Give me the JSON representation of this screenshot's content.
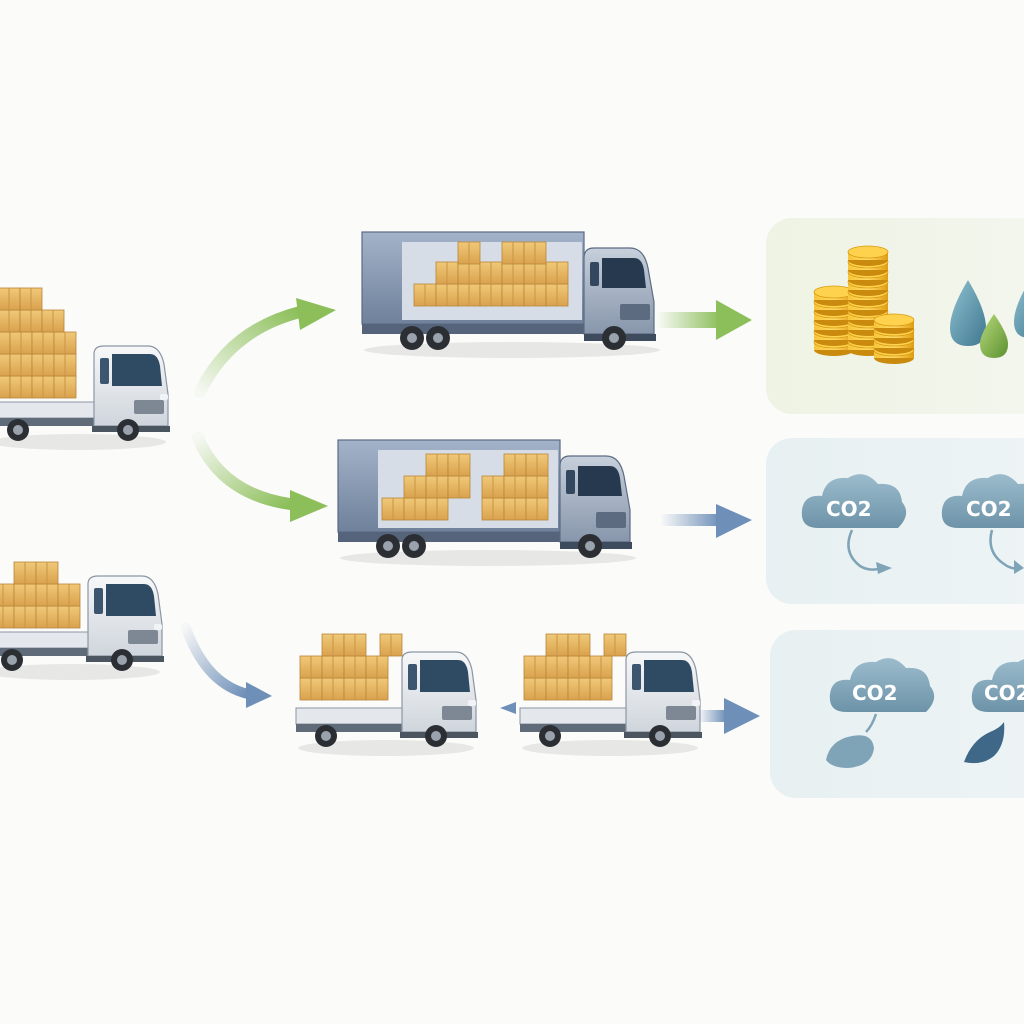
{
  "diagram": {
    "panels": [
      {
        "id": "savings",
        "icons": [
          "coin-stack-icon",
          "coin-stack-icon",
          "coin-stack-icon",
          "fuel-drop-icon",
          "fuel-drop-icon",
          "fuel-drop-icon"
        ]
      },
      {
        "id": "emissions-medium",
        "labels": [
          "CO2",
          "CO2"
        ]
      },
      {
        "id": "emissions-small",
        "labels": [
          "CO2",
          "CO2"
        ]
      }
    ],
    "colors": {
      "background": "#fbfbfa",
      "arrow_green": "#8cbf5a",
      "arrow_blue": "#6e8fb8",
      "panel_green": "#eef3e3",
      "panel_blue": "#e7f0f2",
      "cloud": "#7fa4b8",
      "cloud_text": "#ffffff",
      "coin": "#f2b51c",
      "drop_blue": "#5e93a8",
      "drop_green": "#7fae45",
      "box": "#e6b863",
      "truck_cab": "#e9ecef",
      "truck_box_blue": "#8fa2bf"
    }
  }
}
